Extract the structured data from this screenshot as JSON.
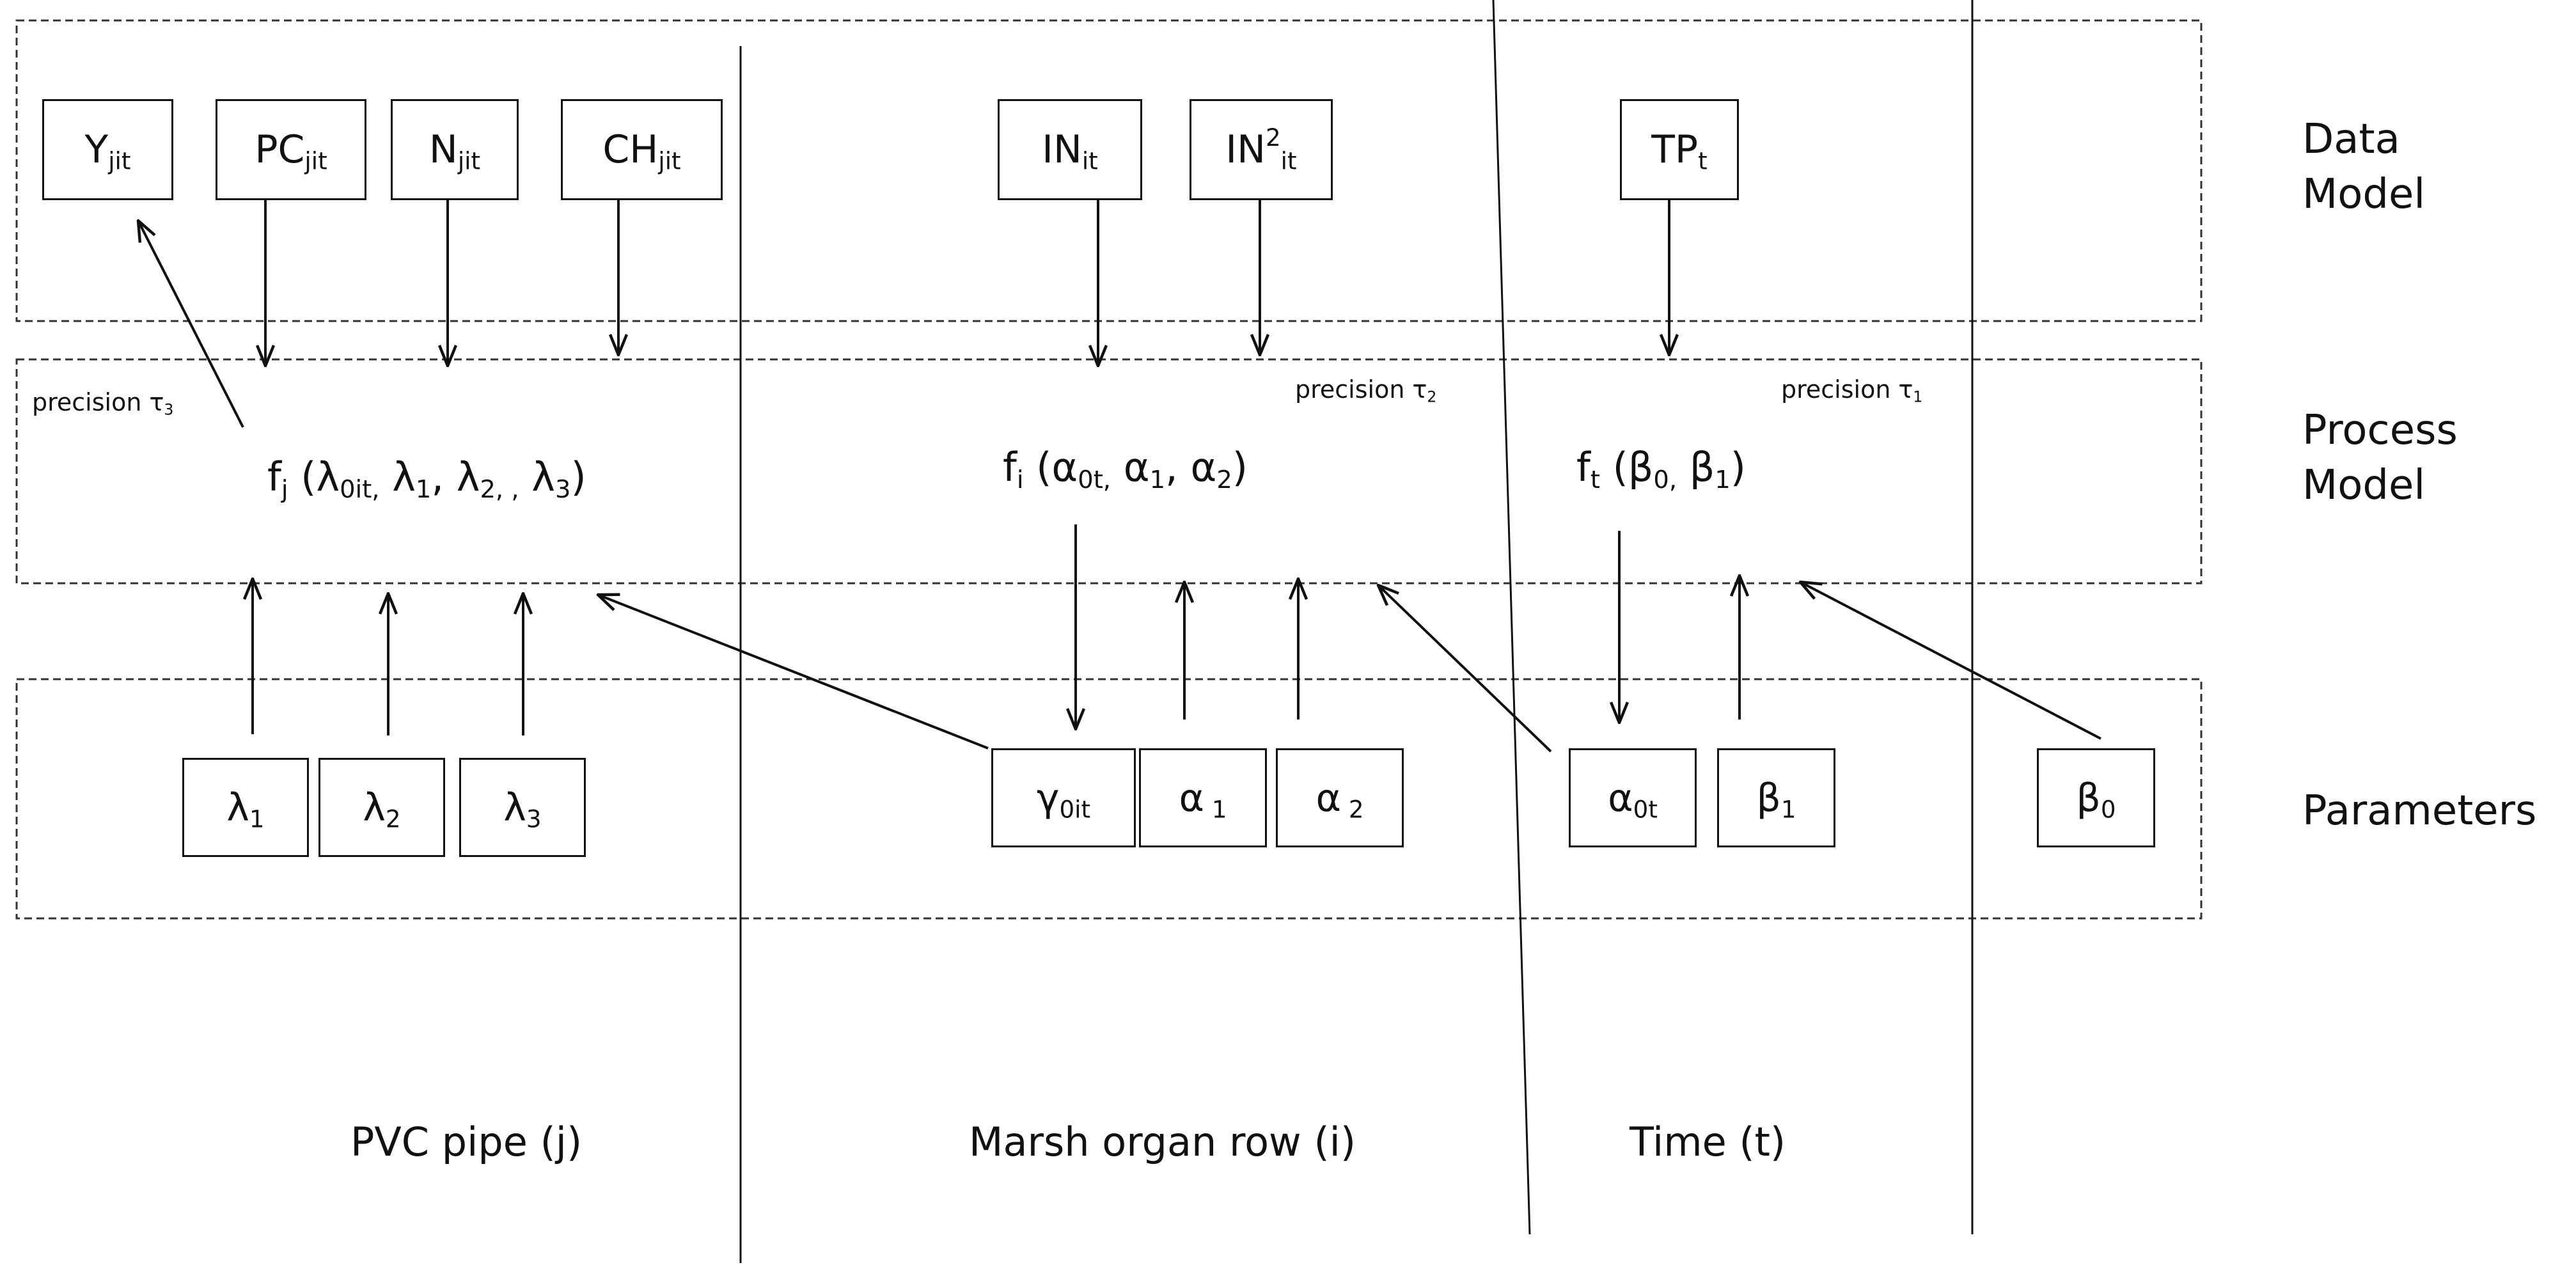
{
  "layers": {
    "data": {
      "line1": "Data",
      "line2": "Model"
    },
    "process": {
      "line1": "Process",
      "line2": "Model"
    },
    "parameters": {
      "line1": "Parameters"
    }
  },
  "columns": {
    "pvc": "PVC pipe (j)",
    "marsh": "Marsh organ row (i)",
    "time": "Time (t)"
  },
  "data_nodes": {
    "y": {
      "base": "Y",
      "sub": "jit"
    },
    "pc": {
      "base": "PC",
      "sub": "jit"
    },
    "n": {
      "base": "N",
      "sub": "jit"
    },
    "ch": {
      "base": "CH",
      "sub": "jit"
    },
    "in": {
      "base": "IN",
      "sub": "it"
    },
    "in2": {
      "base": "IN",
      "sup": "2",
      "sub": "it"
    },
    "tp": {
      "base": "TP",
      "sub": "t"
    }
  },
  "precision": {
    "tau3": {
      "text": "precision τ",
      "sub": "3"
    },
    "tau2": {
      "text": "precision τ",
      "sub": "2"
    },
    "tau1": {
      "text": "precision τ",
      "sub": "1"
    }
  },
  "process_eqs": {
    "fj": {
      "f": "f",
      "f_sub": "j",
      "open": " (λ",
      "a_sub": "0it,",
      "b": " λ",
      "b_sub": "1",
      "c": ", λ",
      "c_sub": "2, ,",
      "d": " λ",
      "d_sub": "3",
      "close": ")"
    },
    "fi": {
      "f": "f",
      "f_sub": "i",
      "open": " (α",
      "a_sub": "0t,",
      "b": " α",
      "b_sub": "1",
      "c": ", α",
      "c_sub": "2",
      "close": ")"
    },
    "ft": {
      "f": "f",
      "f_sub": "t",
      "open": " (β",
      "a_sub": "0,",
      "b": " β",
      "b_sub": "1",
      "close": ")"
    }
  },
  "param_nodes": {
    "lambda1": {
      "base": "λ",
      "sub": "1"
    },
    "lambda2": {
      "base": "λ",
      "sub": "2"
    },
    "lambda3": {
      "base": "λ",
      "sub": "3"
    },
    "gamma0": {
      "base": "γ",
      "sub": "0it"
    },
    "alpha1": {
      "base": "α",
      "sub": " 1"
    },
    "alpha2": {
      "base": "α",
      "sub": " 2"
    },
    "alpha0t": {
      "base": "α",
      "sub": "0t"
    },
    "beta1": {
      "base": "β",
      "sub": "1"
    },
    "beta0": {
      "base": "β",
      "sub": "0"
    }
  }
}
